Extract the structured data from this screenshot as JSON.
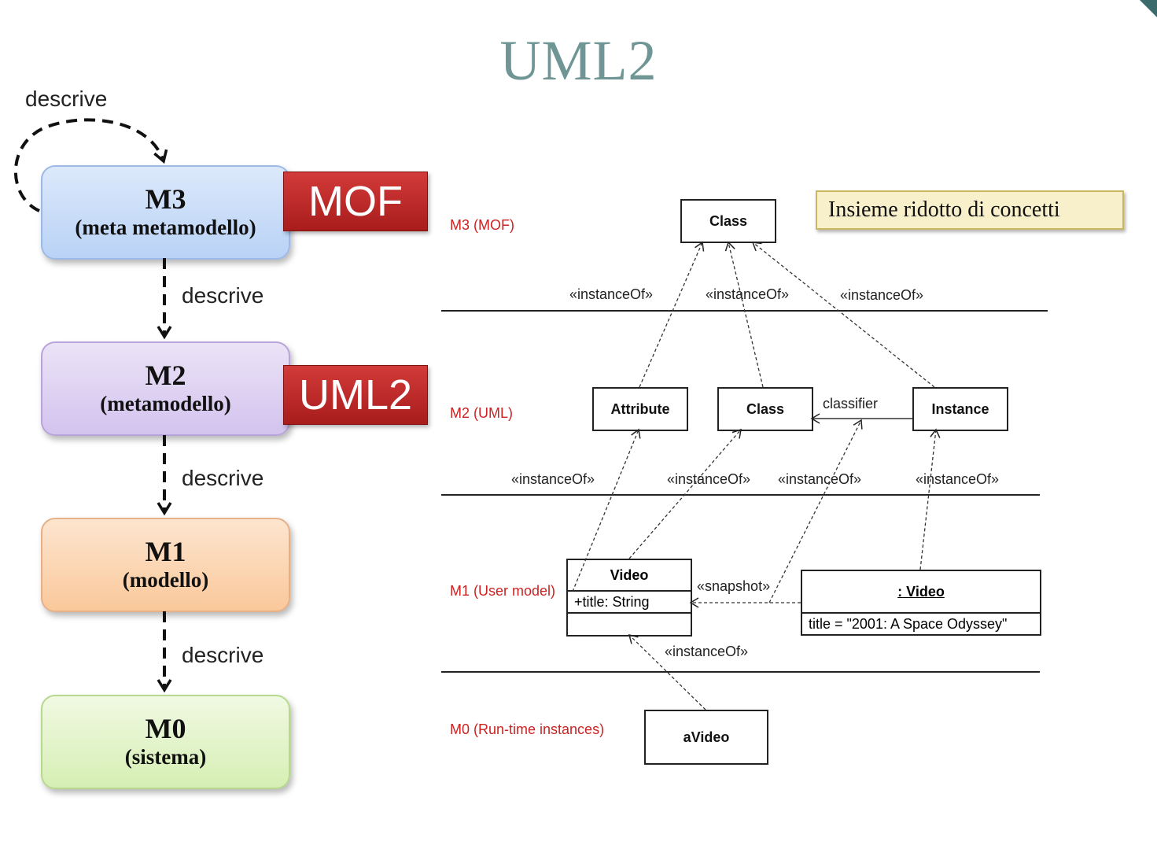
{
  "title": "UML2",
  "levels": {
    "m3": {
      "label": "M3",
      "sub": "(meta metamodello)"
    },
    "m2": {
      "label": "M2",
      "sub": "(metamodello)"
    },
    "m1": {
      "label": "M1",
      "sub": "(modello)"
    },
    "m0": {
      "label": "M0",
      "sub": "(sistema)"
    }
  },
  "tags": {
    "mof": "MOF",
    "uml2": "UML2"
  },
  "descrive": "descrive",
  "note": "Insieme ridotto  di concetti",
  "layers": {
    "m3": "M3 (MOF)",
    "m2": "M2 (UML)",
    "m1": "M1 (User model)",
    "m0": "M0 (Run-time instances)"
  },
  "diagram": {
    "class_m3": "Class",
    "attribute": "Attribute",
    "class_m2": "Class",
    "instance": "Instance",
    "classifier": "classifier",
    "video_class": "Video",
    "video_attr": "+title: String",
    "video_obj": ": Video",
    "video_obj_attr": "title = \"2001: A Space Odyssey\"",
    "avideo": "aVideo",
    "instance_of": "«instanceOf»",
    "snapshot": "«snapshot»"
  },
  "colors": {
    "title": "#6f9595",
    "layer_label": "#cc2222",
    "tag_red": "#c0302e"
  }
}
